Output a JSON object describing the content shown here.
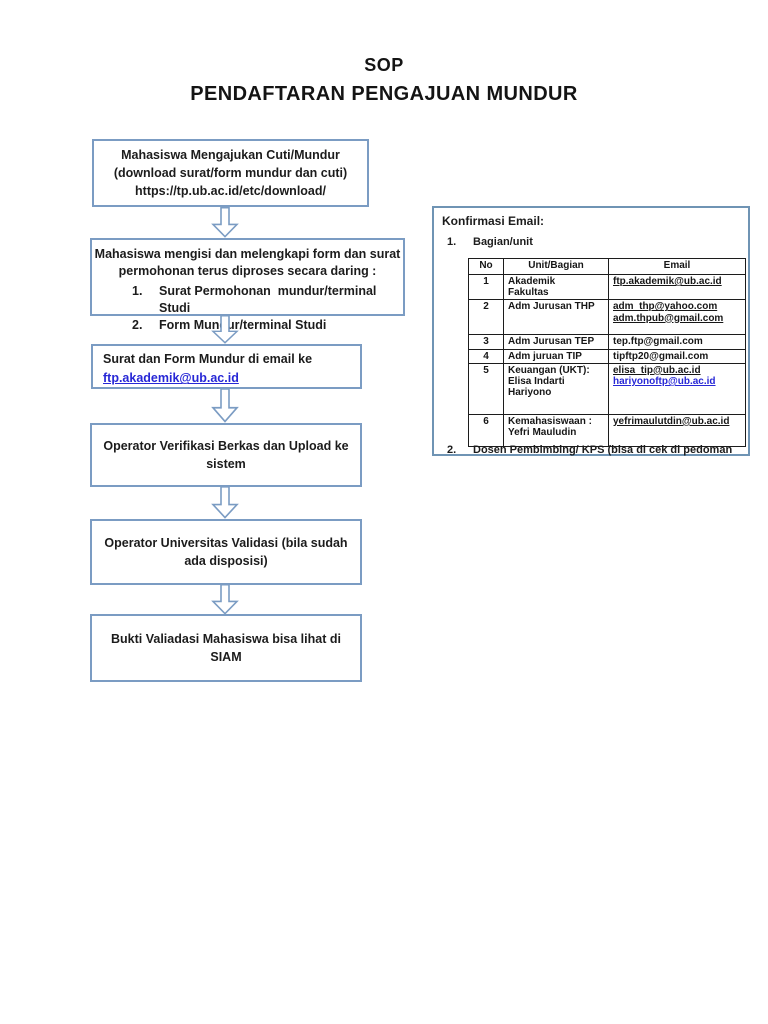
{
  "title": {
    "sop": "SOP",
    "main": "PENDAFTARAN PENGAJUAN MUNDUR"
  },
  "flow": {
    "step1": {
      "line1": "Mahasiswa Mengajukan Cuti/Mundur",
      "line2": "(download surat/form mundur dan cuti)",
      "line3": "https://tp.ub.ac.id/etc/download/"
    },
    "step2": {
      "para1": "Mahasiswa mengisi dan melengkapi form dan surat",
      "para2": "permohonan terus diproses secara daring :",
      "item1_no": "1.",
      "item1": "Surat Permohonan  mundur/terminal Studi",
      "item2_no": "2.",
      "item2": "Form Mundur/terminal Studi"
    },
    "step3": {
      "text": "Surat dan Form Mundur di email ke",
      "link": "ftp.akademik@ub.ac.id"
    },
    "step4": {
      "text": "Operator Verifikasi Berkas dan Upload ke sistem"
    },
    "step5": {
      "text": "Operator Universitas Validasi (bila sudah ada disposisi)"
    },
    "step6": {
      "text": "Bukti Valiadasi Mahasiswa bisa lihat di SIAM"
    }
  },
  "panel": {
    "heading": "Konfirmasi Email:",
    "item1": {
      "no": "1.",
      "label": "Bagian/unit"
    },
    "table": {
      "header": {
        "no": "No",
        "unit": "Unit/Bagian",
        "email": "Email"
      },
      "rows": [
        {
          "no": "1",
          "unit": "Akademik\nFakultas",
          "email1": "ftp.akademik@ub.ac.id"
        },
        {
          "no": "2",
          "unit": "Adm Jurusan THP",
          "email1": "adm_thp@yahoo.com",
          "email2": "adm.thpub@gmail.com"
        },
        {
          "no": "3",
          "unit": "Adm Jurusan TEP",
          "email1": "tep.ftp@gmail.com"
        },
        {
          "no": "4",
          "unit": "Adm juruan TIP",
          "email1": "tipftp20@gmail.com"
        },
        {
          "no": "5",
          "unit": "Keuangan (UKT):\nElisa Indarti\nHariyono",
          "email1": "elisa_tip@ub.ac.id",
          "email2": "hariyonoftp@ub.ac.id"
        },
        {
          "no": "6",
          "unit": "Kemahasiswaan :\nYefri Mauludin",
          "email1": "yefrimaulutdin@ub.ac.id"
        }
      ]
    },
    "item2": {
      "no": "2.",
      "label": "Dosen Pembimbing/ KPS (bisa di cek di pedoman"
    }
  },
  "colors": {
    "box_border": "#7b9cc3",
    "panel_border": "#6f94b4",
    "link_blue": "#2727d6",
    "table_border": "#1c1c1c"
  }
}
